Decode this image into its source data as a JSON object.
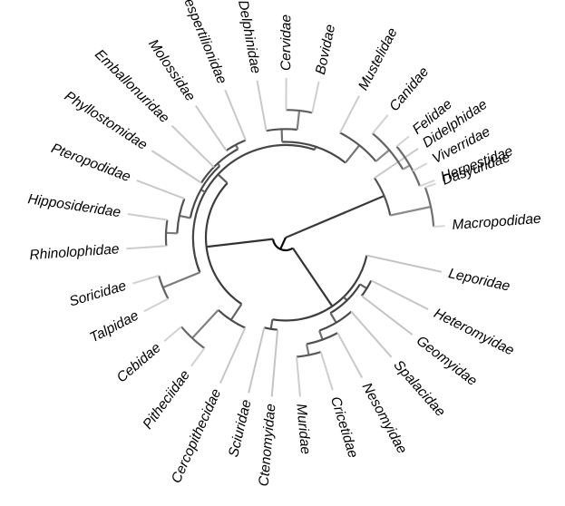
{
  "tree": {
    "layout": "circular",
    "line_color_root": "#000000",
    "line_color_tip": "#d9d9d9",
    "label_color": "#000000",
    "taxa": [
      "Didelphidae",
      "Dasyuridae",
      "Macropodidae",
      "Leporidae",
      "Heteromyidae",
      "Geomyidae",
      "Spalacidae",
      "Nesomyidae",
      "Cricetidae",
      "Muridae",
      "Ctenomyidae",
      "Sciuridae",
      "Cercopithecidae",
      "Pitheciidae",
      "Cebidae",
      "Talpidae",
      "Soricidae",
      "Rhinolophidae",
      "Hipposideridae",
      "Pteropodidae",
      "Phyllostomidae",
      "Emballonuridae",
      "Molossidae",
      "Vespertilionidae",
      "Delphinidae",
      "Cervidae",
      "Bovidae",
      "Mustelidae",
      "Canidae",
      "Felidae",
      "Viverridae",
      "Herpestidae"
    ]
  }
}
